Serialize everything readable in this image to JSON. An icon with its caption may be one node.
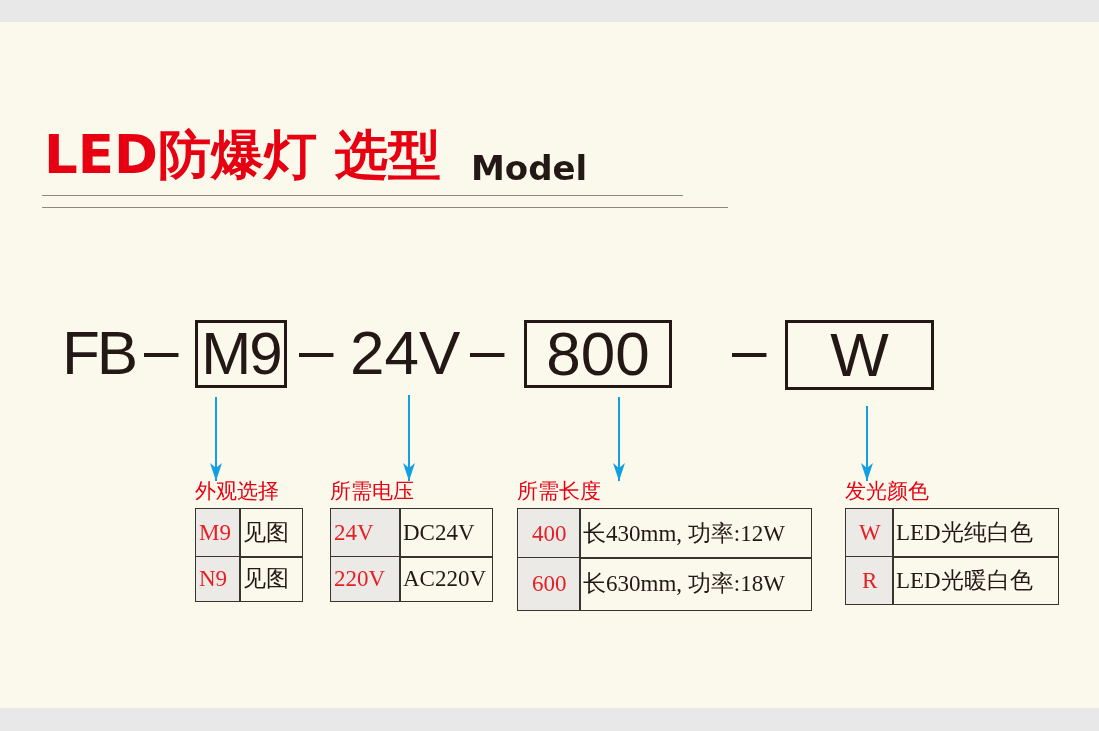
{
  "diagram": {
    "title": "LED防爆灯 选型",
    "nodes": [
      {
        "text": [
          "M9"
        ]
      },
      {
        "text": [
          "24V"
        ]
      },
      {
        "text": [
          "800"
        ]
      },
      {
        "text": [
          "W"
        ]
      },
      {
        "text": [
          "外观选择"
        ]
      },
      {
        "text": [
          "M9"
        ],
        "in": 4
      },
      {
        "text": [
          "见图"
        ],
        "in": 4
      },
      {
        "text": [
          "N9"
        ],
        "in": 4
      },
      {
        "text": [
          "见图"
        ],
        "in": 4
      },
      {
        "text": [
          "所需电压"
        ]
      },
      {
        "text": [
          "24V"
        ],
        "in": 9
      },
      {
        "text": [
          "DC24V"
        ],
        "in": 9
      },
      {
        "text": [
          "220V"
        ],
        "in": 9
      },
      {
        "text": [
          "AC220V"
        ],
        "in": 9
      },
      {
        "text": [
          "所需长度"
        ]
      },
      {
        "text": [
          "400"
        ],
        "in": 14
      },
      {
        "text": [
          "长430mm, 功率:12W"
        ],
        "in": 14
      },
      {
        "text": [
          "600"
        ],
        "in": 14
      },
      {
        "text": [
          "长630mm, 功率:18W"
        ],
        "in": 14
      },
      {
        "text": [
          "发光颜色"
        ]
      },
      {
        "text": [
          "W"
        ],
        "in": 19
      },
      {
        "text": [
          "LED光纯白色"
        ],
        "in": 19
      },
      {
        "text": [
          "R"
        ],
        "in": 19
      },
      {
        "text": [
          "LED光暖白色"
        ],
        "in": 19
      }
    ],
    "edges": [
      {
        "from": 0,
        "to": 4,
        "arrow": "to"
      },
      {
        "from": 1,
        "to": 9,
        "arrow": "to"
      },
      {
        "from": 2,
        "to": 14,
        "arrow": "to"
      },
      {
        "from": 3,
        "to": 19,
        "arrow": "to"
      }
    ],
    "labels": [
      "Model",
      "FB",
      "–",
      "–",
      "–",
      "–"
    ]
  }
}
